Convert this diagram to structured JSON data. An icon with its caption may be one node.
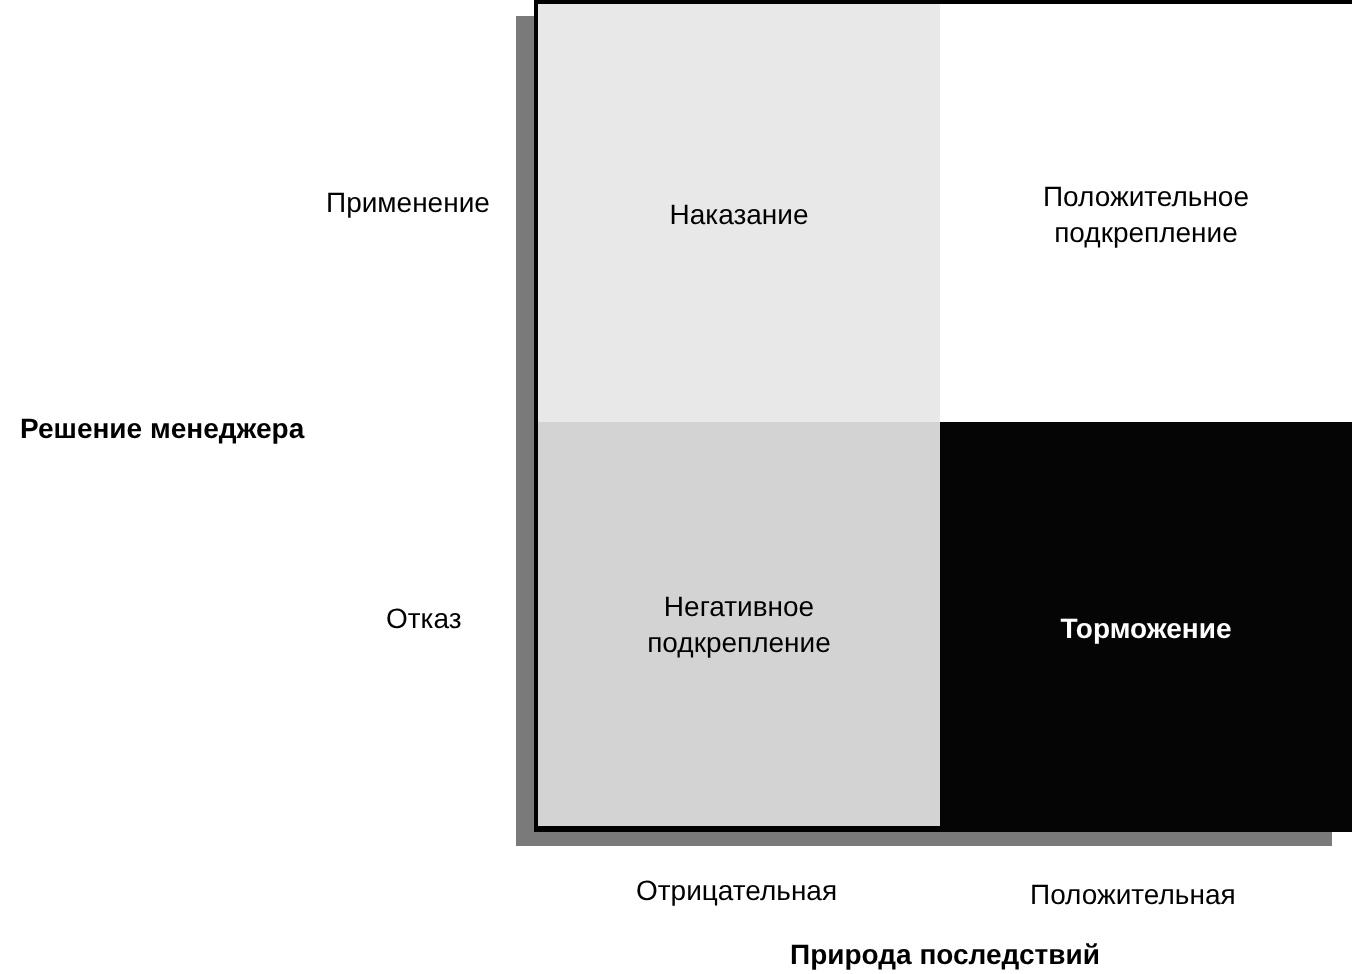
{
  "diagram": {
    "nodes": [
      {
        "text": [
          "Наказание"
        ]
      },
      {
        "text": [
          "Положительное подкрепление"
        ]
      },
      {
        "text": [
          "Негативное подкрепление"
        ]
      },
      {
        "text": [
          "Торможение"
        ]
      }
    ],
    "labels": [
      "Применение",
      "Решение менеджера",
      "Отказ",
      "Отрицательная",
      "Положительная",
      "Природа последствий"
    ]
  }
}
